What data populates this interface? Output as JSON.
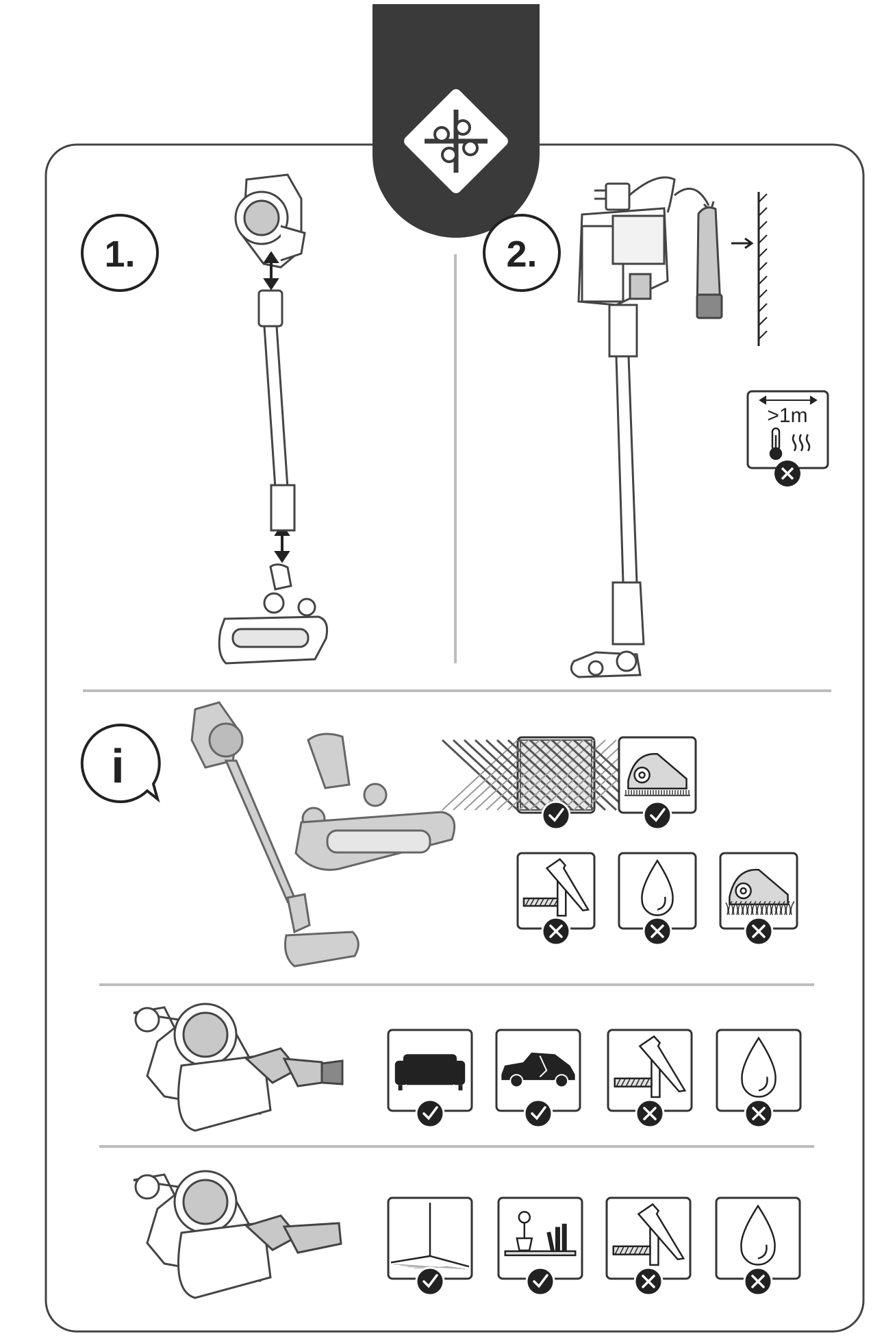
{
  "header": {
    "icon": "puzzle-pieces-icon"
  },
  "steps": [
    {
      "number": "1.",
      "icon": "assembly-arrows-icon"
    },
    {
      "number": "2.",
      "icon": "charging-wall-mount-icon"
    }
  ],
  "heat_warning": {
    "distance": ">1m",
    "icon": "thermometer-heat-icon",
    "status": "not-allowed"
  },
  "info_badge": {
    "letter": "i",
    "icon": "info-icon"
  },
  "sections": [
    {
      "name": "floor-head",
      "tiles": [
        {
          "icon": "parquet-floor-icon",
          "status": "allowed"
        },
        {
          "icon": "short-carpet-icon",
          "status": "allowed"
        },
        {
          "icon": "nail-screw-icon",
          "status": "not-allowed"
        },
        {
          "icon": "water-drop-icon",
          "status": "not-allowed"
        },
        {
          "icon": "long-pile-carpet-icon",
          "status": "not-allowed"
        }
      ]
    },
    {
      "name": "brush-tool",
      "tiles": [
        {
          "icon": "sofa-icon",
          "status": "allowed"
        },
        {
          "icon": "car-interior-icon",
          "status": "allowed"
        },
        {
          "icon": "nail-screw-icon",
          "status": "not-allowed"
        },
        {
          "icon": "water-drop-icon",
          "status": "not-allowed"
        }
      ]
    },
    {
      "name": "crevice-tool",
      "tiles": [
        {
          "icon": "corner-icon",
          "status": "allowed"
        },
        {
          "icon": "shelf-icon",
          "status": "allowed"
        },
        {
          "icon": "nail-screw-icon",
          "status": "not-allowed"
        },
        {
          "icon": "water-drop-icon",
          "status": "not-allowed"
        }
      ]
    }
  ],
  "colors": {
    "frame": "#444444",
    "tab": "#3a3a3a",
    "divider": "#bdbdbd",
    "line": "#333333",
    "product_fill": "#c8c8c8"
  }
}
